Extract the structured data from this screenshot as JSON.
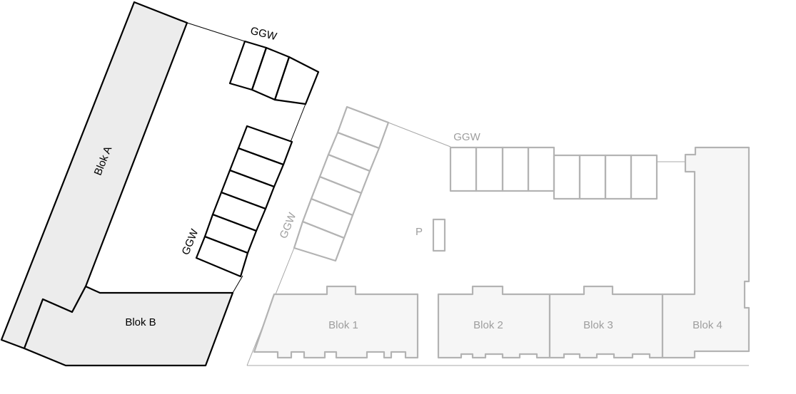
{
  "plan": {
    "dark": {
      "blok_a": "Blok A",
      "blok_b": "Blok B",
      "ggw_top": "GGW",
      "ggw_left": "GGW"
    },
    "gray": {
      "ggw_diagonal": "GGW",
      "ggw_top": "GGW",
      "parking": "P",
      "blok_1": "Blok 1",
      "blok_2": "Blok 2",
      "blok_3": "Blok 3",
      "blok_4": "Blok 4"
    },
    "colors": {
      "existing_outline": "#000000",
      "existing_fill": "#ececec",
      "planned_outline": "#b3b3b3",
      "planned_fill": "#f6f6f6",
      "planned_text": "#9e9e9e"
    }
  }
}
